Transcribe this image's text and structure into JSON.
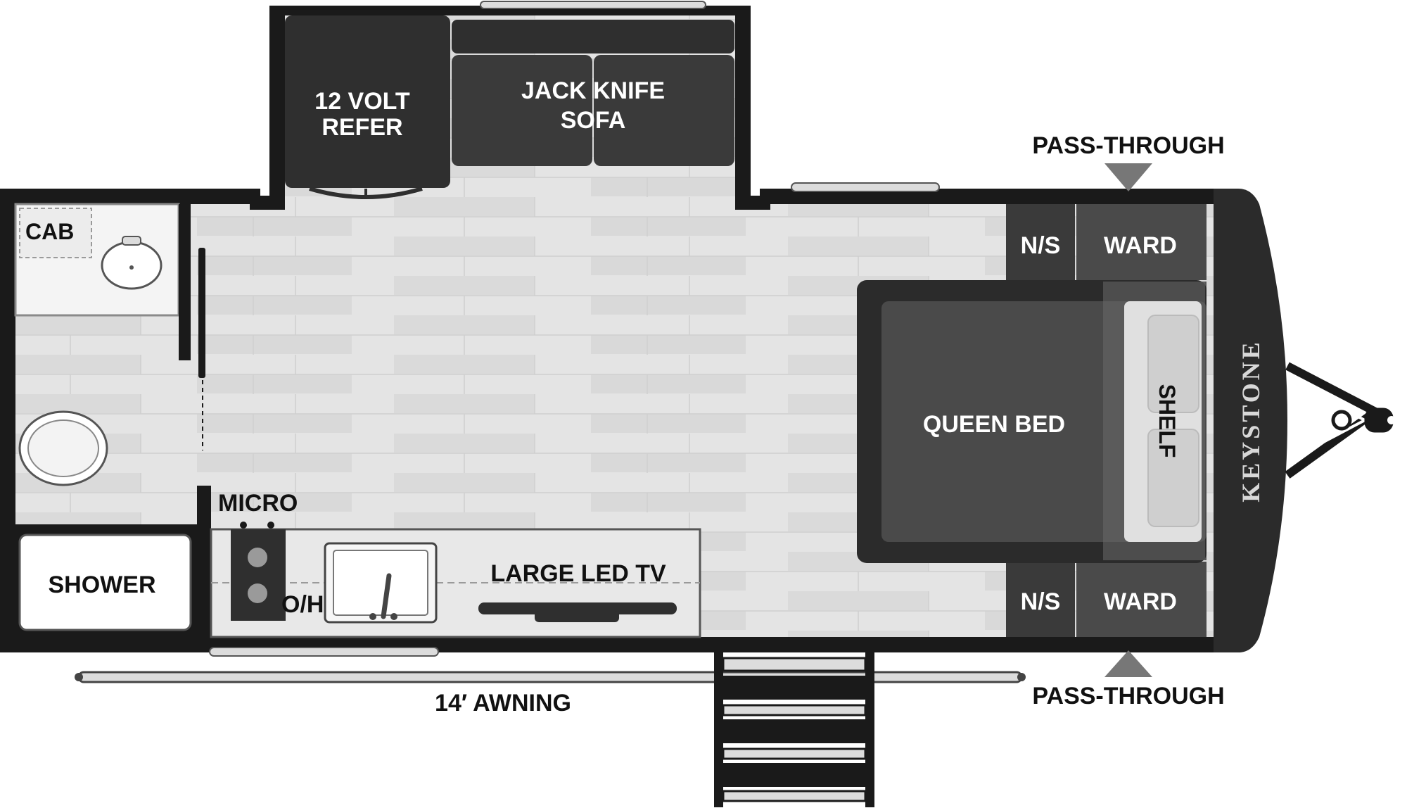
{
  "brand": {
    "logo_text": "KEYSTONE"
  },
  "colors": {
    "wall": "#1a1a1a",
    "floor": "#e3e3e3",
    "floor_plank": "#d6d6d6",
    "furniture_dark": "#2f2f2f",
    "furniture_mid": "#505050",
    "bed_outer": "#2b2b2b",
    "bed_inner": "#4a4a4a",
    "fixture_light": "#f2f2f2",
    "label_dark": "#111111",
    "label_light": "#ffffff"
  },
  "rooms": {
    "slide_refer": {
      "label": [
        "12 VOLT",
        "REFER"
      ]
    },
    "slide_sofa": {
      "label": [
        "JACK KNIFE",
        "SOFA"
      ]
    },
    "bath_cab": {
      "label": "CAB"
    },
    "shower": {
      "label": "SHOWER"
    },
    "kitchen": {
      "micro": "MICRO",
      "overhead": "O/H",
      "tv": "LARGE LED TV"
    },
    "bedroom": {
      "bed": "QUEEN BED",
      "shelf": "SHELF",
      "nightstand_top": "N/S",
      "wardrobe_top": "WARD",
      "nightstand_bottom": "N/S",
      "wardrobe_bottom": "WARD"
    }
  },
  "exterior": {
    "pass_through_top": "PASS-THROUGH",
    "pass_through_bottom": "PASS-THROUGH",
    "awning": "14′ AWNING"
  }
}
